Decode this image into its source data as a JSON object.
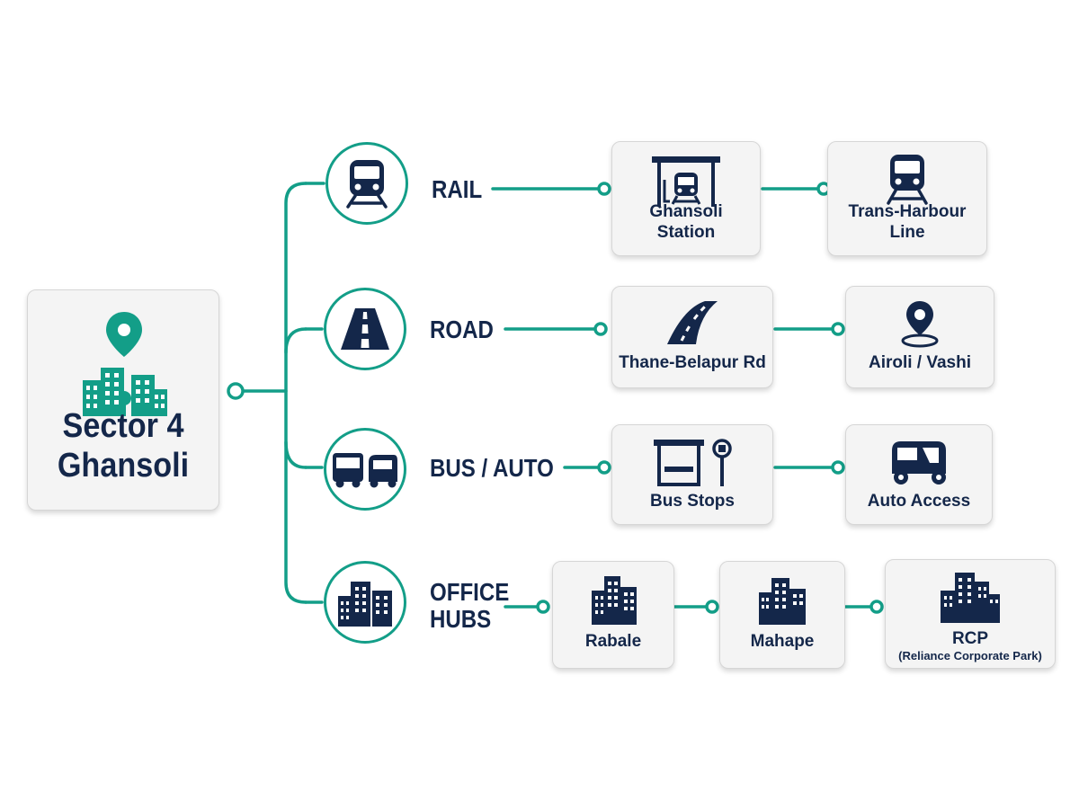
{
  "hub": {
    "title_line1": "Sector 4",
    "title_line2": "Ghansoli",
    "icon": "city-pin-icon"
  },
  "colors": {
    "accent": "#139e88",
    "navy": "#14274a",
    "card_bg": "#f4f4f4",
    "card_border": "#d6d6d6"
  },
  "categories": [
    {
      "key": "rail",
      "label": "RAIL",
      "icon": "train-icon",
      "nodes": [
        {
          "icon": "train-station-icon",
          "line1": "Ghansoli",
          "line2": "Station"
        },
        {
          "icon": "train-icon",
          "line1": "Trans-Harbour",
          "line2": "Line"
        }
      ]
    },
    {
      "key": "road",
      "label": "ROAD",
      "icon": "road-icon",
      "nodes": [
        {
          "icon": "curved-road-icon",
          "line1": "Thane-Belapur Rd"
        },
        {
          "icon": "location-pin-icon",
          "line1": "Airoli / Vashi"
        }
      ]
    },
    {
      "key": "bus",
      "label": "BUS / AUTO",
      "icon": "bus-auto-icon",
      "nodes": [
        {
          "icon": "bus-stop-icon",
          "line1": "Bus Stops"
        },
        {
          "icon": "auto-rickshaw-icon",
          "line1": "Auto Access"
        }
      ]
    },
    {
      "key": "office",
      "label_line1": "OFFICE",
      "label_line2": "HUBS",
      "icon": "office-buildings-icon",
      "nodes": [
        {
          "icon": "office-buildings-icon",
          "line1": "Rabale"
        },
        {
          "icon": "office-buildings-icon",
          "line1": "Mahape"
        },
        {
          "icon": "office-buildings-icon",
          "line1": "RCP",
          "line2": "(Reliance Corporate Park)"
        }
      ]
    }
  ]
}
